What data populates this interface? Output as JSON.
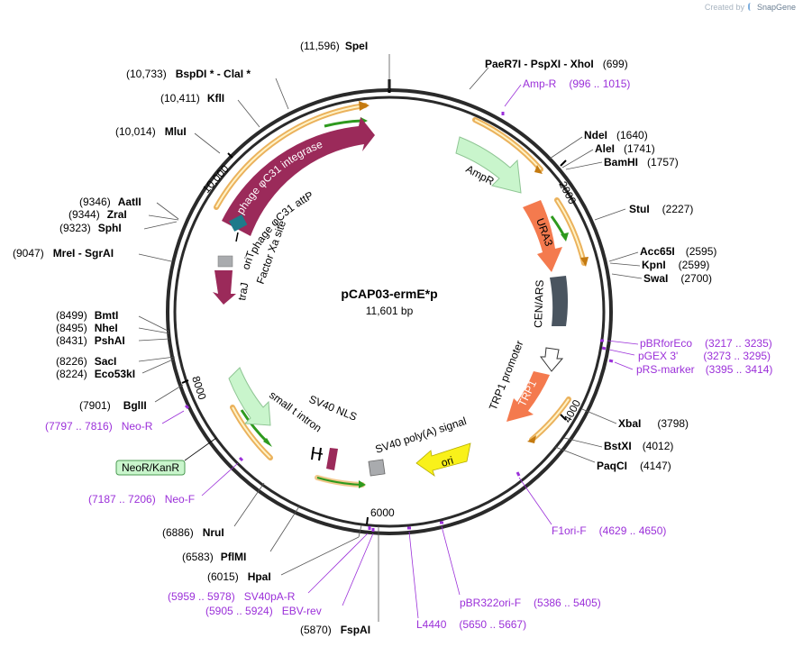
{
  "credit": {
    "prefix": "Created by",
    "brand": "SnapGene"
  },
  "plasmid": {
    "name": "pCAP03-ermE*p",
    "length_text": "11,601 bp",
    "length": 11601
  },
  "ticks": [
    "2000",
    "4000",
    "6000",
    "8000",
    "10,000"
  ],
  "colors": {
    "integrase": "#9b2a5a",
    "ampr": "#c9f5cc",
    "ura3": "#f47a4e",
    "cenars": "#4a5560",
    "trp1": "#f47a4e",
    "ori": "#f9f11a",
    "primer": "#9b30d9",
    "orf_stroke": "#e8a440",
    "orf_arrow": "#2e9a1e",
    "attp": "#1e7a8a",
    "grey": "#a9abae"
  },
  "enzymes": [
    {
      "pos": "(11,596)",
      "name": "SpeI"
    },
    {
      "pos": "(699)",
      "name": "PaeR7I - PspXI - XhoI"
    },
    {
      "pos": "(1640)",
      "name": "NdeI"
    },
    {
      "pos": "(1741)",
      "name": "AleI"
    },
    {
      "pos": "(1757)",
      "name": "BamHI"
    },
    {
      "pos": "(2227)",
      "name": "StuI"
    },
    {
      "pos": "(2595)",
      "name": "Acc65I"
    },
    {
      "pos": "(2599)",
      "name": "KpnI"
    },
    {
      "pos": "(2700)",
      "name": "SwaI"
    },
    {
      "pos": "(3798)",
      "name": "XbaI"
    },
    {
      "pos": "(4012)",
      "name": "BstXI"
    },
    {
      "pos": "(4147)",
      "name": "PaqCI"
    },
    {
      "pos": "(5870)",
      "name": "FspAI"
    },
    {
      "pos": "(6015)",
      "name": "HpaI"
    },
    {
      "pos": "(6583)",
      "name": "PflMI"
    },
    {
      "pos": "(6886)",
      "name": "NruI"
    },
    {
      "pos": "(7901)",
      "name": "BglII"
    },
    {
      "pos": "(8224)",
      "name": "Eco53kI"
    },
    {
      "pos": "(8226)",
      "name": "SacI"
    },
    {
      "pos": "(8431)",
      "name": "PshAI"
    },
    {
      "pos": "(8495)",
      "name": "NheI"
    },
    {
      "pos": "(8499)",
      "name": "BmtI"
    },
    {
      "pos": "(9047)",
      "name": "MreI - SgrAI"
    },
    {
      "pos": "(9323)",
      "name": "SphI"
    },
    {
      "pos": "(9344)",
      "name": "ZraI"
    },
    {
      "pos": "(9346)",
      "name": "AatII"
    },
    {
      "pos": "(10,014)",
      "name": "MluI"
    },
    {
      "pos": "(10,411)",
      "name": "KflI"
    },
    {
      "pos": "(10,733)",
      "name": "BspDI * - ClaI *"
    }
  ],
  "primers": [
    {
      "name": "Amp-R",
      "range": "(996 .. 1015)"
    },
    {
      "name": "pBRforEco",
      "range": "(3217 .. 3235)"
    },
    {
      "name": "pGEX 3'",
      "range": "(3273 .. 3295)"
    },
    {
      "name": "pRS-marker",
      "range": "(3395 .. 3414)"
    },
    {
      "name": "F1ori-F",
      "range": "(4629 .. 4650)"
    },
    {
      "name": "pBR322ori-F",
      "range": "(5386 .. 5405)"
    },
    {
      "name": "L4440",
      "range": "(5650 .. 5667)"
    },
    {
      "name": "EBV-rev",
      "range": "(5905 .. 5924)"
    },
    {
      "name": "SV40pA-R",
      "range": "(5959 .. 5978)"
    },
    {
      "name": "Neo-F",
      "range": "(7187 .. 7206)"
    },
    {
      "name": "Neo-R",
      "range": "(7797 .. 7816)"
    }
  ],
  "features": {
    "integrase": "phage φC31 integrase",
    "attp": "phage φC31 attP",
    "orit": "oriT",
    "factorxa": "Factor Xa site",
    "traj": "traJ",
    "ampr": "AmpR",
    "ura3": "URA3",
    "cenars": "CEN/ARS",
    "trp1promoter": "TRP1 promoter",
    "trp1": "TRP1",
    "polya": "SV40 poly(A) signal",
    "ori": "ori",
    "sv40nls": "SV40 NLS",
    "smallt": "small t intron",
    "neokan": "NeoR/KanR"
  }
}
